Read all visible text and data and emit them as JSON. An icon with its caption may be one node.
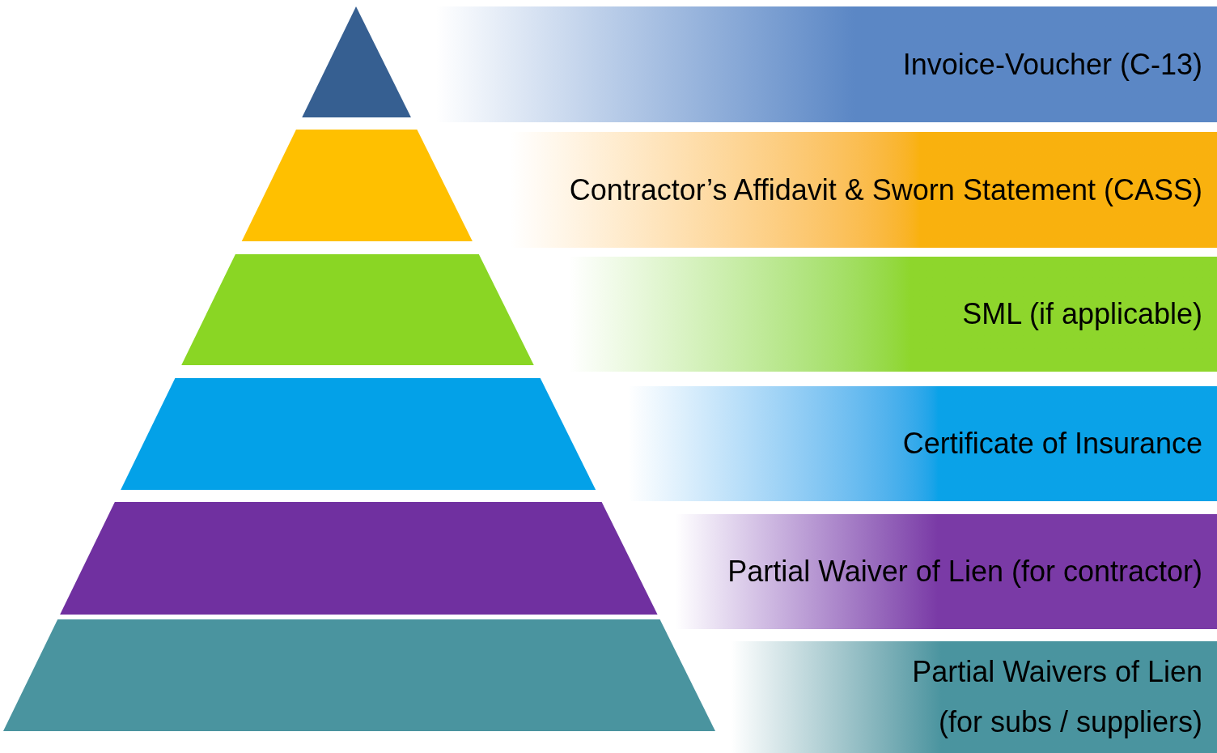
{
  "diagram": {
    "nodes": [
      {
        "text": [
          "Invoice-Voucher (C-13)"
        ]
      },
      {
        "text": [
          "Contractor’s Affidavit & Sworn Statement (CASS)"
        ]
      },
      {
        "text": [
          "SML (if applicable)"
        ]
      },
      {
        "text": [
          "Certificate of Insurance"
        ]
      },
      {
        "text": [
          "Partial Waiver of Lien (for contractor)"
        ]
      },
      {
        "text": [
          "Partial Waivers of Lien (for subs / suppliers)"
        ]
      }
    ]
  }
}
